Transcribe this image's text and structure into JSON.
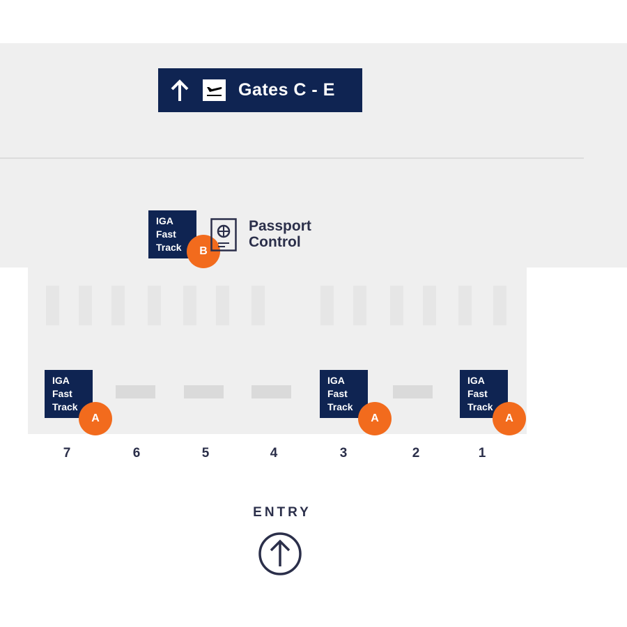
{
  "sign": {
    "label": "Gates C - E",
    "icons": [
      "arrow-up-icon",
      "departures-icon"
    ]
  },
  "passport_control": {
    "line1": "Passport",
    "line2": "Control",
    "icon": "passport-icon"
  },
  "fast_track": {
    "line1": "IGA",
    "line2": "Fast",
    "line3": "Track"
  },
  "badges": {
    "a": "A",
    "b": "B"
  },
  "lanes": [
    "7",
    "6",
    "5",
    "4",
    "3",
    "2",
    "1"
  ],
  "entry": {
    "label": "ENTRY",
    "icon": "arrow-up-circle-icon"
  },
  "colors": {
    "navy": "#0f2452",
    "orange": "#f26b1d",
    "floor": "#efefef"
  }
}
